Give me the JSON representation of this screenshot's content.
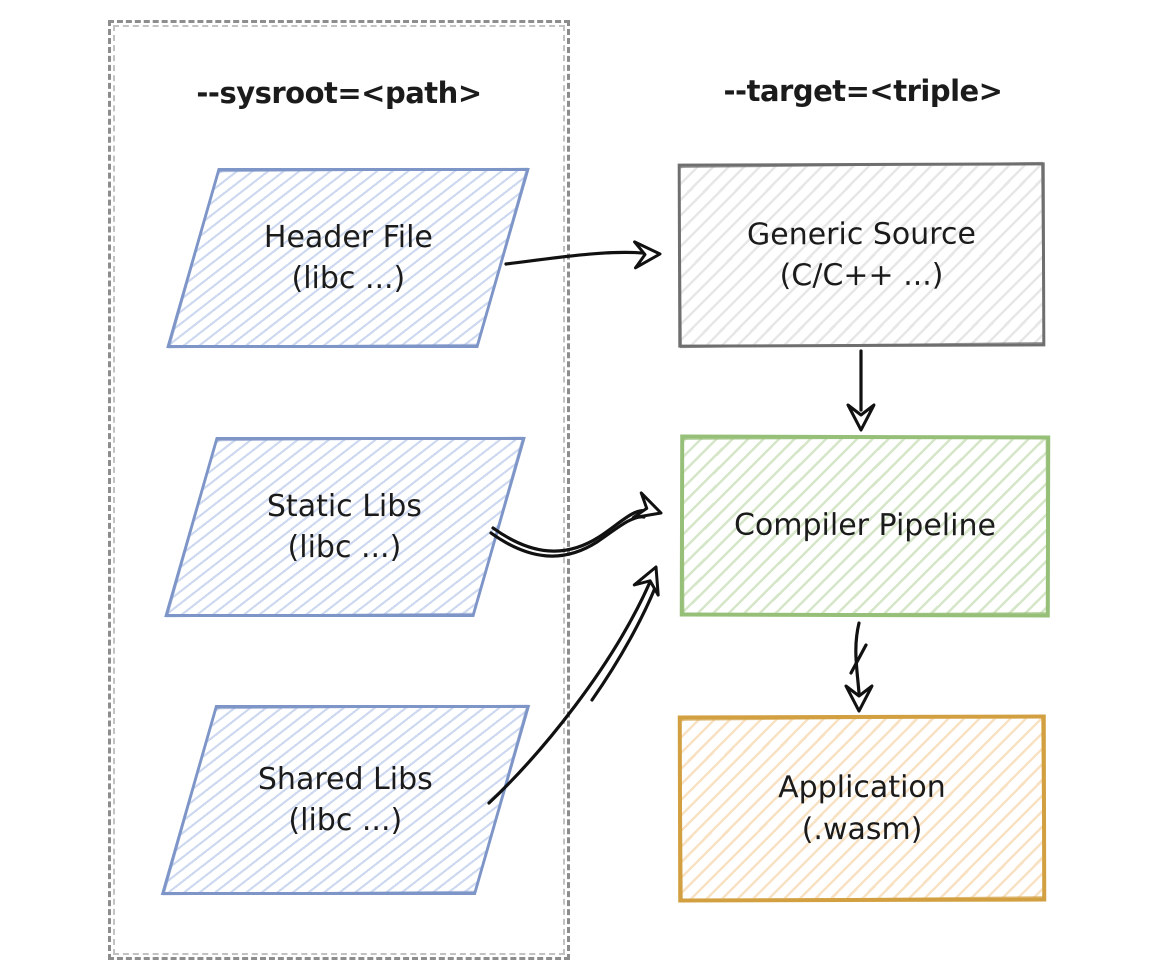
{
  "canvas": {
    "background": "#ffffff"
  },
  "sysroot_group": {
    "title": "--sysroot=<path>",
    "accent": "#7e95c8",
    "border_style": "dashed",
    "border_color": "#8d8d8d",
    "nodes": [
      {
        "id": "header-file",
        "shape": "parallelogram",
        "line1": "Header File",
        "line2": "(libc ...)"
      },
      {
        "id": "static-libs",
        "shape": "parallelogram",
        "line1": "Static Libs",
        "line2": "(libc ...)"
      },
      {
        "id": "shared-libs",
        "shape": "parallelogram",
        "line1": "Shared Libs",
        "line2": "(libc ...)"
      }
    ]
  },
  "target_group": {
    "title": "--target=<triple>",
    "nodes": [
      {
        "id": "generic-source",
        "shape": "rectangle",
        "accent": "#6f6f6f",
        "line1": "Generic Source",
        "line2": "(C/C++ ...)"
      },
      {
        "id": "compiler-pipeline",
        "shape": "rectangle",
        "accent": "#96bf78",
        "line1": "Compiler Pipeline",
        "line2": ""
      },
      {
        "id": "application",
        "shape": "rectangle",
        "accent": "#d2a041",
        "line1": "Application",
        "line2": "(.wasm)"
      }
    ]
  },
  "edges": [
    {
      "from": "header-file",
      "to": "generic-source",
      "style": "straight"
    },
    {
      "from": "generic-source",
      "to": "compiler-pipeline",
      "style": "straight"
    },
    {
      "from": "static-libs",
      "to": "compiler-pipeline",
      "style": "s-curve"
    },
    {
      "from": "shared-libs",
      "to": "compiler-pipeline",
      "style": "curve"
    },
    {
      "from": "compiler-pipeline",
      "to": "application",
      "style": "straight"
    }
  ],
  "arrow_color": "#111111"
}
